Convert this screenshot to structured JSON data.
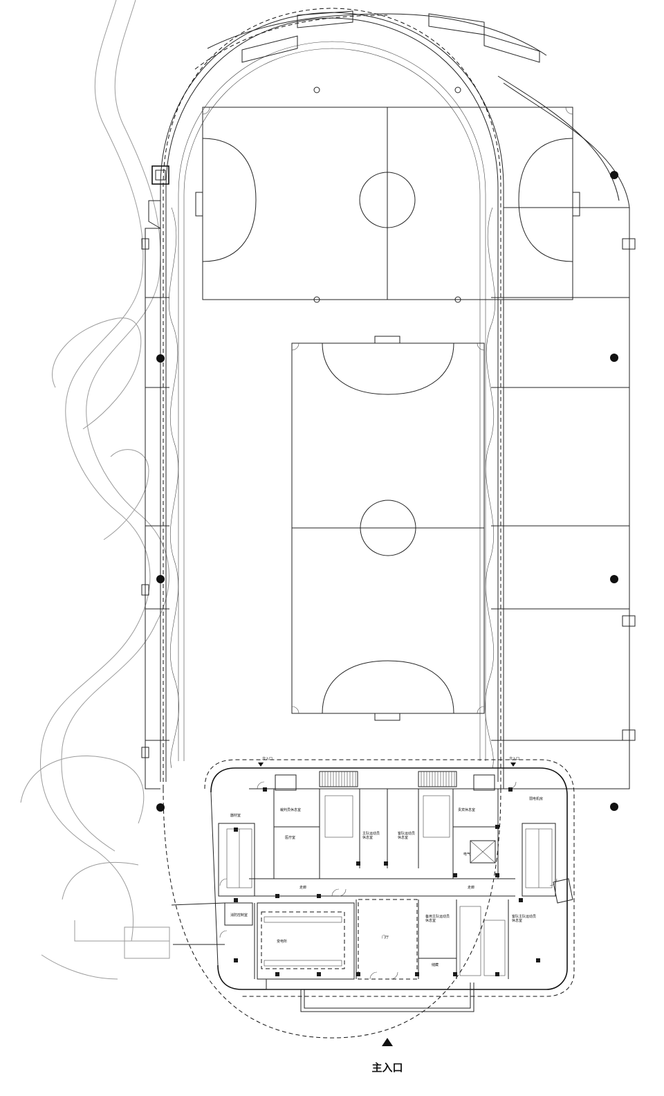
{
  "plan": {
    "main_entrance_label": "主入口",
    "secondary_entrance_left": "次入口",
    "secondary_entrance_right": "次入口",
    "rooms": {
      "equipment_room": "器材室",
      "referee_rest": "裁判员休息室",
      "medical_room": "医疗室",
      "home_team_rest": "主队运动员\n休息室",
      "away_team_rest": "客队运动员\n休息室",
      "guest_rest": "贵宾休息室",
      "elevator_room": "弱电机房",
      "electrical": "电气",
      "corridor_left": "走廊",
      "corridor_right": "走廊",
      "substation": "变电所",
      "fire_control": "消防控制室",
      "lobby": "门厅",
      "visiting_team_rest_1": "备用主队运动员\n休息室",
      "visiting_team_rest_2": "客队主队运动员\n休息室",
      "storage": "储藏"
    }
  }
}
